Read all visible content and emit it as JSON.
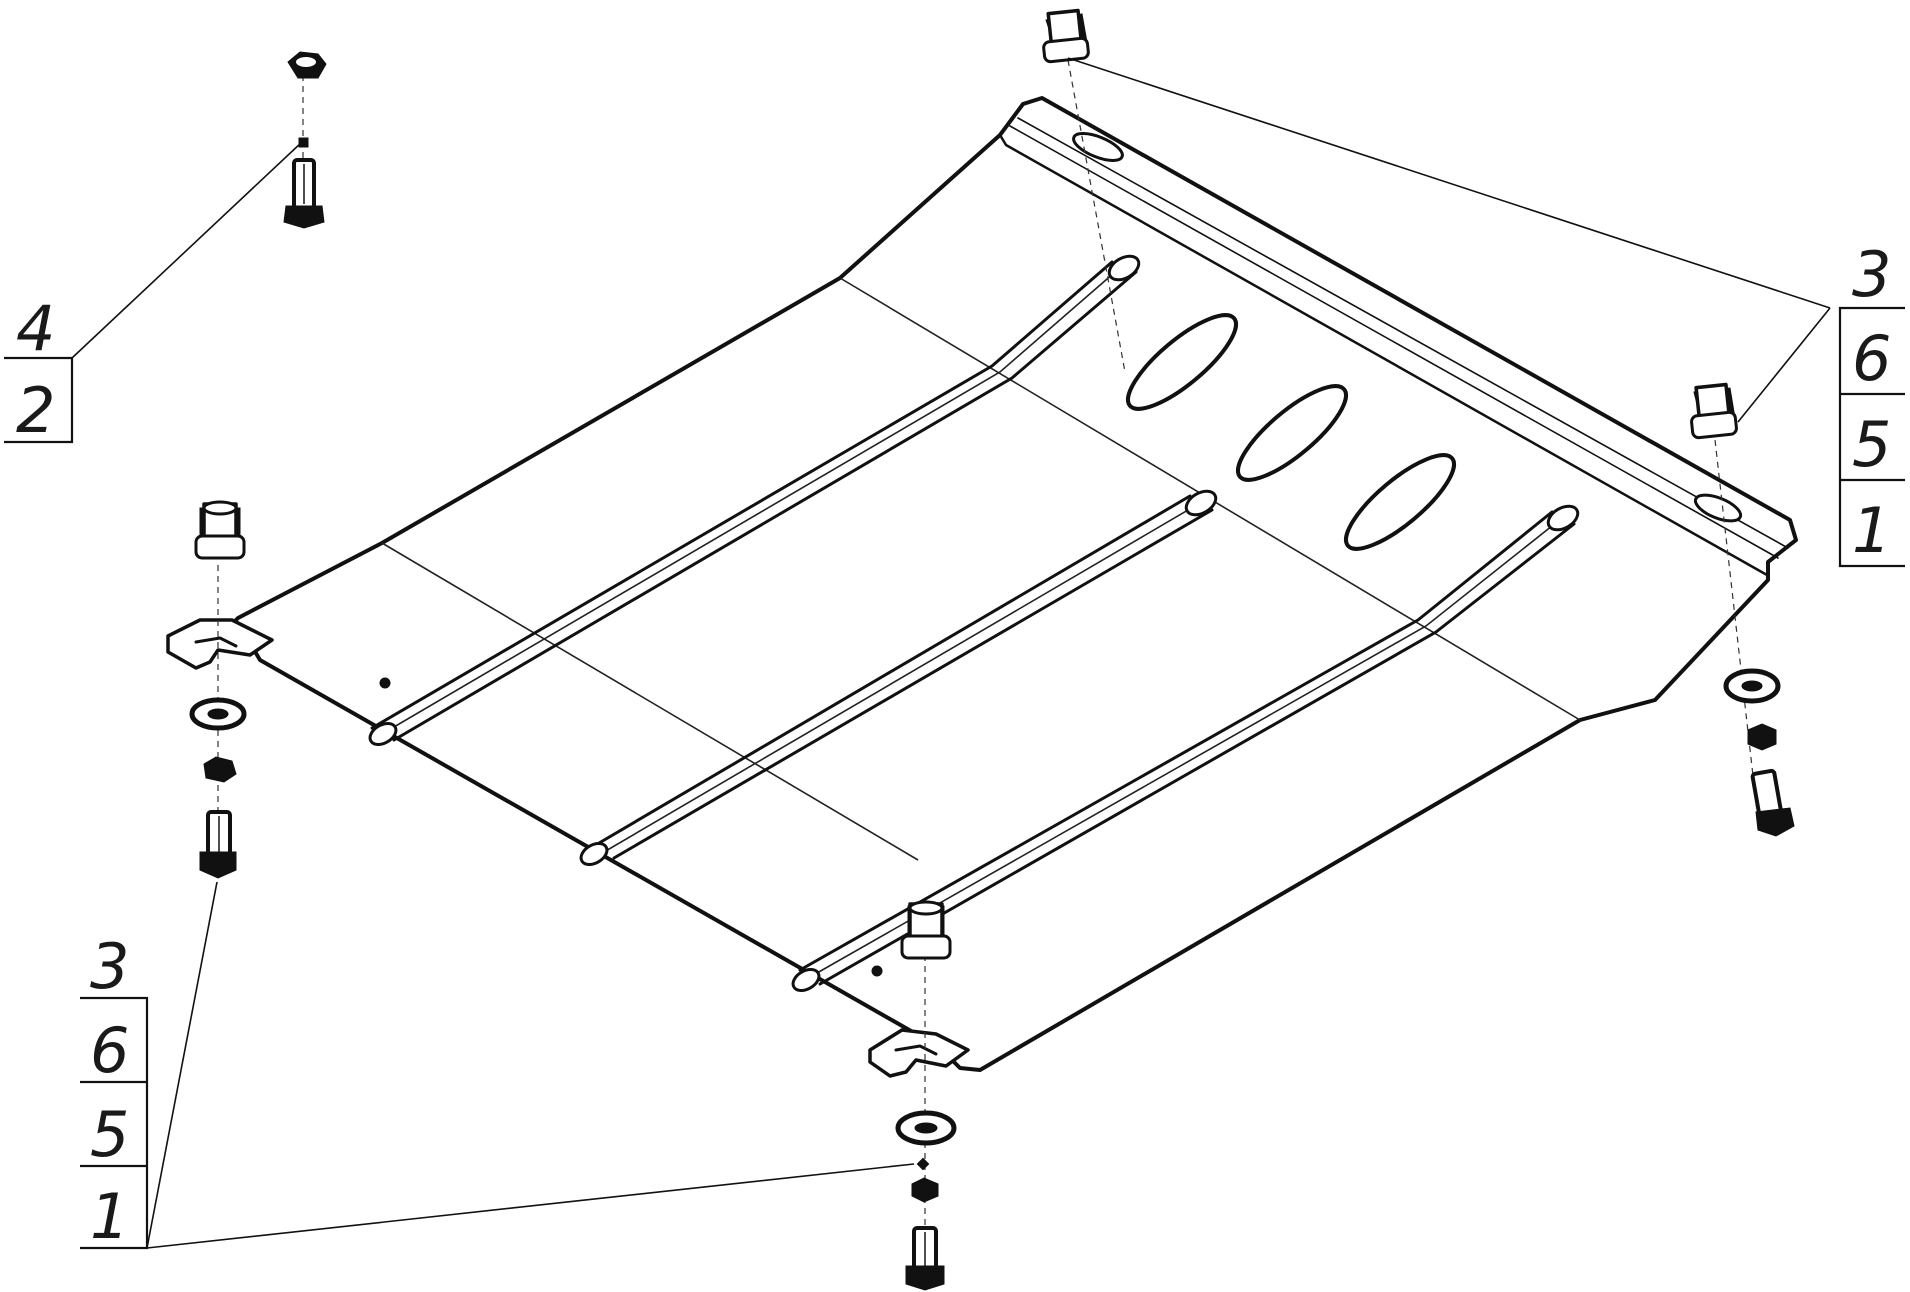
{
  "diagram": {
    "callouts": [
      {
        "id": "top-left",
        "items": [
          "4",
          "2"
        ]
      },
      {
        "id": "right",
        "items": [
          "3",
          "6",
          "5",
          "1"
        ]
      },
      {
        "id": "bottom-left",
        "items": [
          "3",
          "6",
          "5",
          "1"
        ]
      }
    ],
    "colors": {
      "ink": "#111111",
      "paper": "#ffffff"
    }
  }
}
